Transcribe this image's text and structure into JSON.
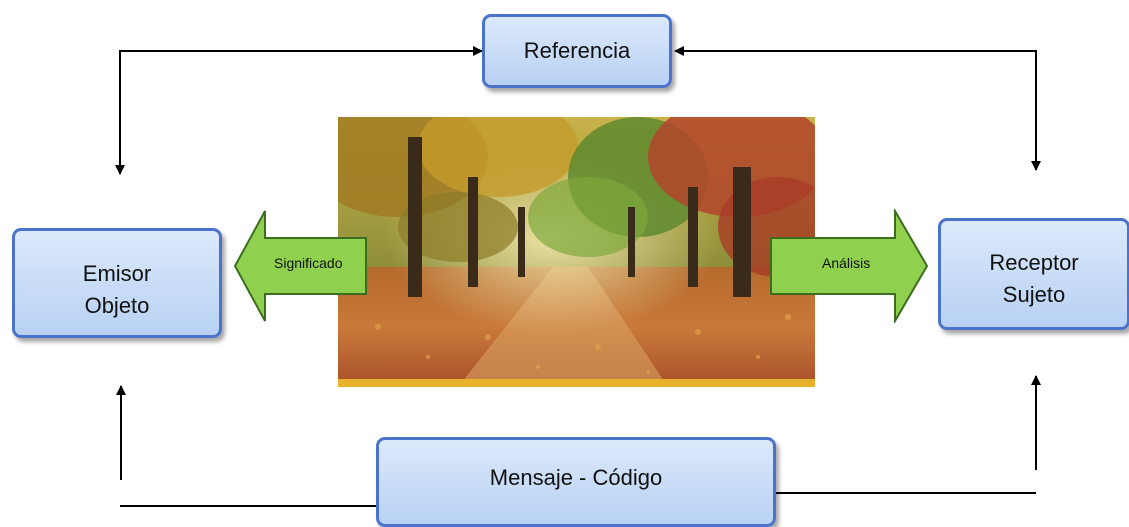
{
  "nodes": {
    "referencia": "Referencia",
    "emisor": [
      "Emisor",
      "Objeto"
    ],
    "receptor": [
      "Receptor",
      "Sujeto"
    ],
    "mensaje": "Mensaje - Código"
  },
  "arrows": {
    "left_label": "Significado",
    "right_label": "Análisis",
    "fill_color": "#8fd14f",
    "line_color": "#000000"
  },
  "image": {
    "subject": "autumn park avenue with fallen leaves"
  }
}
